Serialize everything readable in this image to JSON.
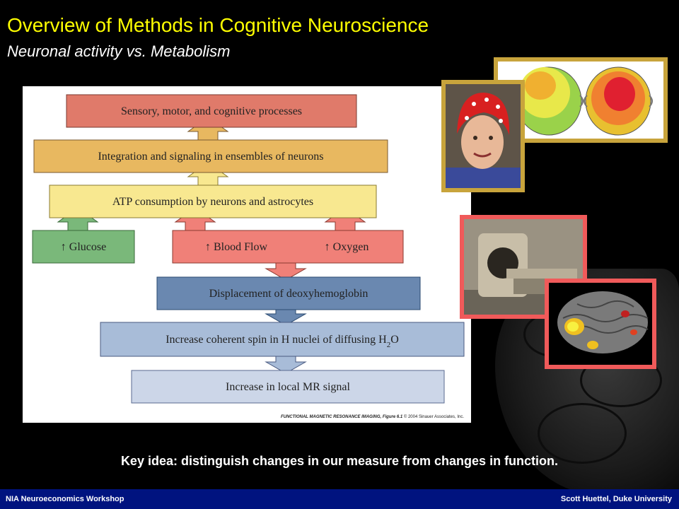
{
  "slide": {
    "title": "Overview of Methods in Cognitive Neuroscience",
    "subtitle": "Neuronal activity vs. Metabolism"
  },
  "flowchart": {
    "boxes": {
      "sensory": "Sensory, motor, and cognitive processes",
      "integration": "Integration and signaling in ensembles of neurons",
      "atp": "ATP consumption by neurons and astrocytes",
      "glucose": "↑ Glucose",
      "blood_flow": "↑ Blood Flow",
      "oxygen": "↑ Oxygen",
      "deoxy": "Displacement of deoxyhemoglobin",
      "spin": "Increase coherent spin in H nuclei of diffusing H",
      "spin_sub": "2",
      "spin_tail": "O",
      "mr": "Increase in local MR signal"
    },
    "caption_book": "FUNCTIONAL MAGNETIC RESONANCE IMAGING, Figure 6.1",
    "caption_copyright": "© 2004 Sinauer Associates, Inc."
  },
  "colors": {
    "title": "#ffff00",
    "sensory": "#e07a6a",
    "integration": "#e8b860",
    "atp": "#f8e890",
    "glucose": "#7ab87a",
    "blood": "#f08078",
    "deoxy": "#6a88b0",
    "spin": "#a8bcd8",
    "mr": "#ccd6e8",
    "frame_gold": "#c8a43c",
    "frame_red": "#f05a5a",
    "footer": "#00137f"
  },
  "key_idea": "Key idea: distinguish changes in our measure from changes in function.",
  "footer": {
    "left": "NIA Neuroeconomics Workshop",
    "right": "Scott Huettel, Duke University"
  }
}
